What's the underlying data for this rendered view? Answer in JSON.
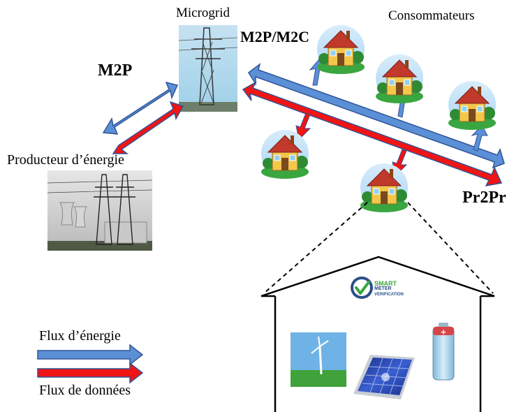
{
  "labels": {
    "microgrid": "Microgrid",
    "consumers": "Consommateurs",
    "m2p": "M2P",
    "m2p_m2c": "M2P/M2C",
    "producer": "Producteur d’énergie",
    "pr2pr": "Pr2Pr",
    "energy_flow": "Flux d’énergie",
    "data_flow": "Flux de données"
  },
  "badge": {
    "line1": "SMART",
    "line2": "METER",
    "line3": "VERIFICATION"
  },
  "colors": {
    "energy_arrow": "#5b8fd6",
    "data_arrow": "#f01414",
    "arrow_outline": "#2f5597",
    "house_wall": "#f4c64a",
    "house_roof": "#c0392b",
    "sky": "#a9d6f5",
    "grass": "#3aa640"
  }
}
